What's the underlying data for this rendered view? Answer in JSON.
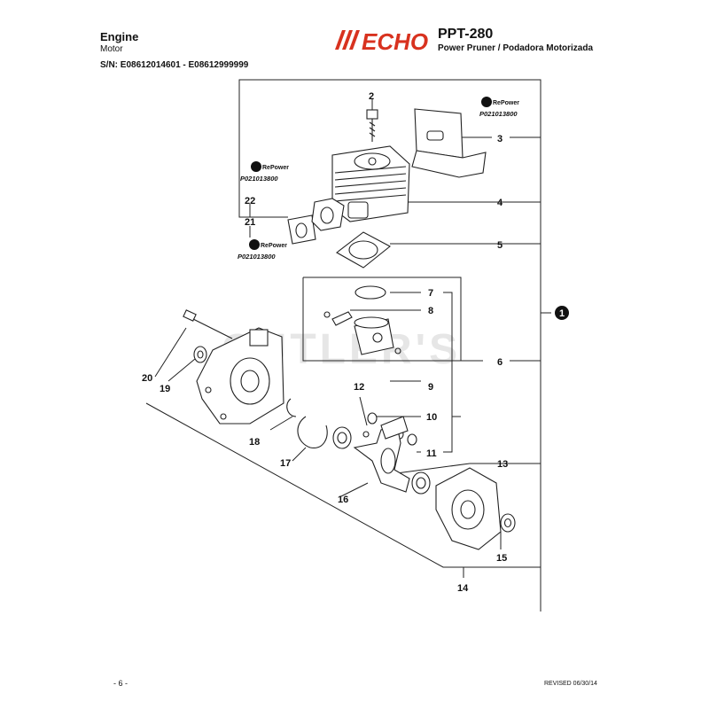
{
  "header": {
    "title": "Engine",
    "subtitle": "Motor",
    "serial": "S/N: E08612014601 - E08612999999",
    "brand": "ECHO",
    "model": "PPT-280",
    "description": "Power Pruner / Podadora Motorizada"
  },
  "watermark": "CUTLER'S",
  "repower": {
    "label": "RePower",
    "part_number": "P021013800"
  },
  "callouts": {
    "c1": "1",
    "c2": "2",
    "c3": "3",
    "c4": "4",
    "c5": "5",
    "c6": "6",
    "c7": "7",
    "c8": "8",
    "c9": "9",
    "c10": "10",
    "c11": "11",
    "c12": "12",
    "c13": "13",
    "c14": "14",
    "c15": "15",
    "c16": "16",
    "c17": "17",
    "c18": "18",
    "c19": "19",
    "c20": "20",
    "c21": "21",
    "c22": "22"
  },
  "footer": {
    "page": "- 6 -",
    "revised": "REVISED 06/30/14"
  }
}
